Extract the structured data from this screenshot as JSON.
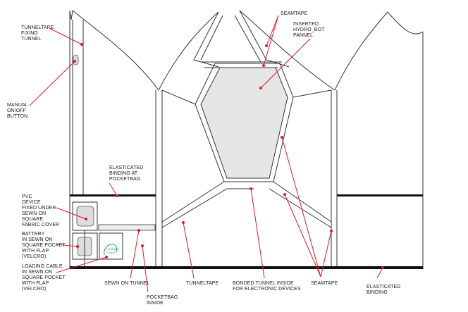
{
  "labels": {
    "seamtape_top": "SEAMTAPE",
    "inserted_panel": [
      "INSERTED",
      "HYDRO_BOT",
      "PANNEL"
    ],
    "tunneltape_fixing": [
      "TUNNELTAPE",
      "FIXING",
      "TUNNEL"
    ],
    "manual_button": [
      "MANUAL",
      "ON/OFF",
      "BUTTON"
    ],
    "elasticated_pocketbag": [
      "ELASTICATED",
      "BINDING AT",
      "POCKETBAG"
    ],
    "pvc_device": [
      "PVC",
      "DEVICE",
      "FIXED UNDER",
      "SEWN ON",
      "SQUARE",
      "FABRIC COVER"
    ],
    "battery": [
      "BATTERY",
      "IN SEWN ON",
      "SQUARE POCKET",
      "WITH FLAP",
      "(VELCRO)"
    ],
    "loading_cable": [
      "LOADING CABLE",
      "IN SEWN ON",
      "SQUARE POCKET",
      "WITH FLAP",
      "(VELCRO)"
    ],
    "sewn_on_tunnel": "SEWN ON TUNNEL",
    "pocketbag_inside": [
      "POCKETBAG",
      "INSIDE"
    ],
    "tunneltape": "TUNNELTAPE",
    "bonded_tunnel": [
      "BONDED TUNNEL INSIDE",
      "FOR ELECTRONIC DEVICES"
    ],
    "seamtape_bottom": "SEAMTAPE",
    "elasticated_binding": [
      "ELASTICATED",
      "BINDING"
    ],
    "cable_tag": [
      "LOADING",
      "CABLE"
    ]
  }
}
